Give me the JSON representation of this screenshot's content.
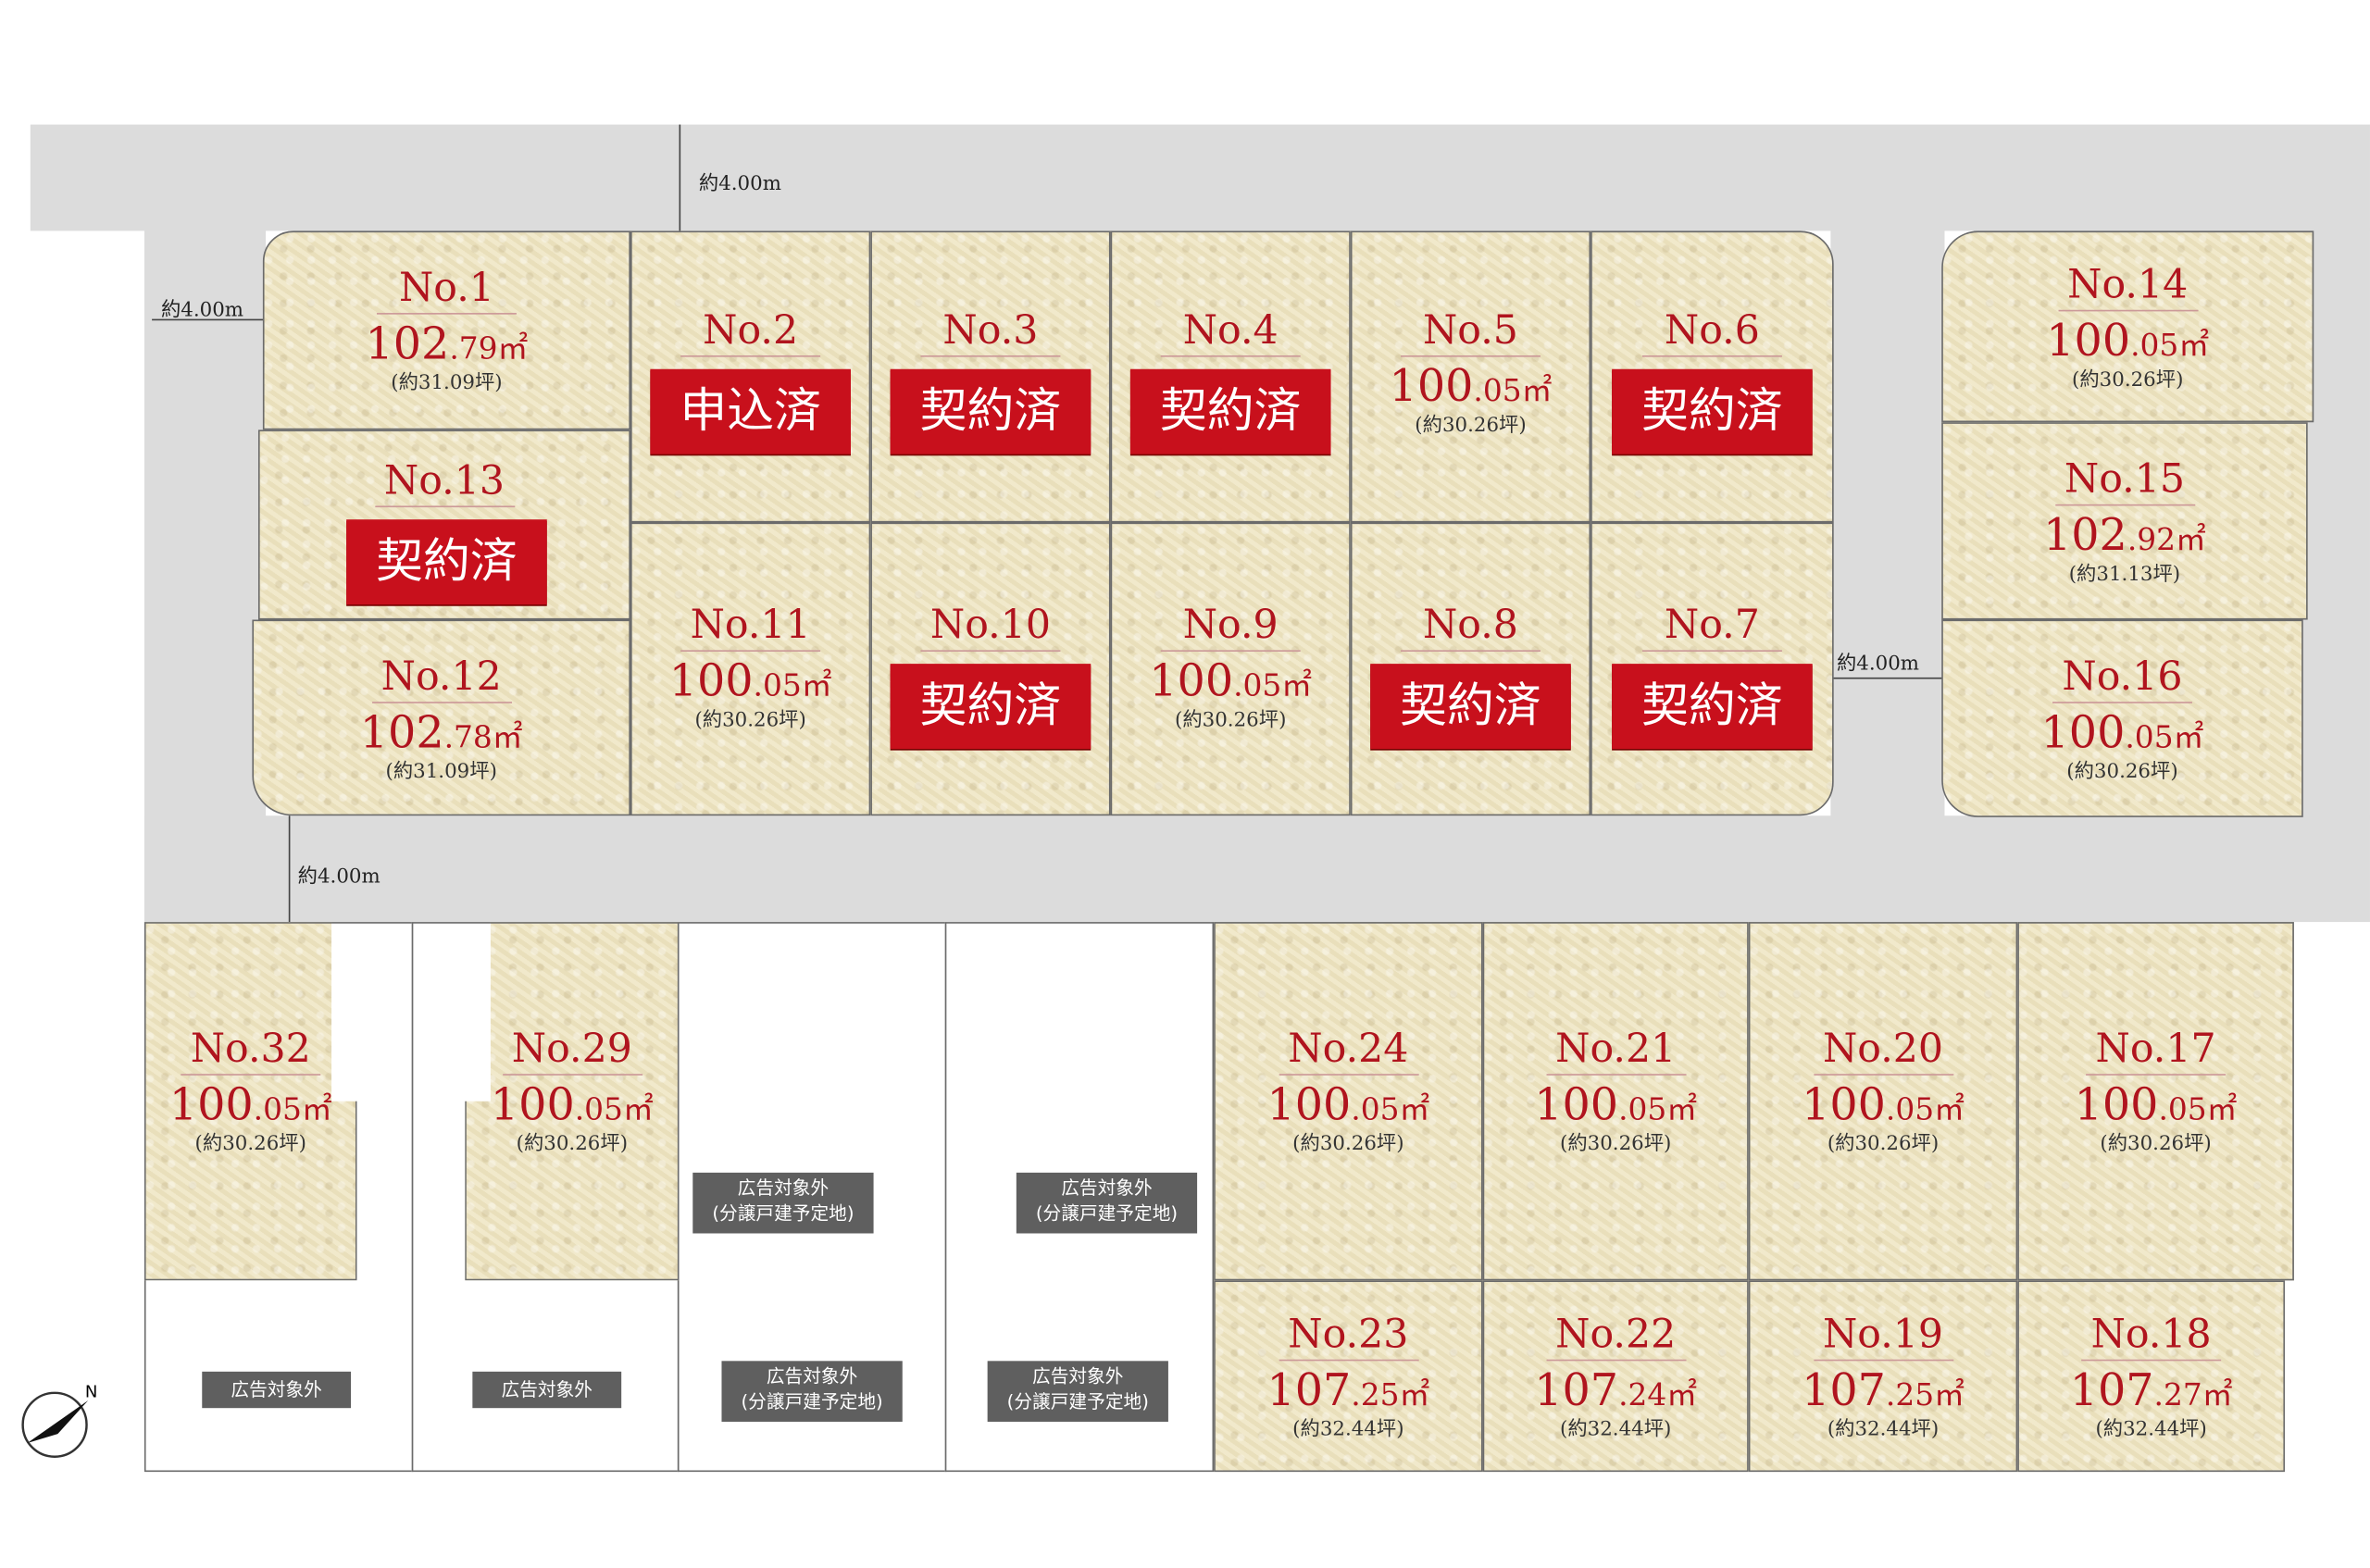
{
  "road_width_label": "約4.00m",
  "sold_label": "契約済",
  "applied_label": "申込済",
  "excluded_label": "広告対象外",
  "excluded_label_line2": "(分譲戸建予定地)",
  "lots": [
    {
      "no": "No.1",
      "area_int": "102",
      "area_dec": ".79",
      "unit": "㎡",
      "tsubo": "(約31.09坪)"
    },
    {
      "no": "No.2",
      "status": "申込済"
    },
    {
      "no": "No.3",
      "status": "契約済"
    },
    {
      "no": "No.4",
      "status": "契約済"
    },
    {
      "no": "No.5",
      "area_int": "100",
      "area_dec": ".05",
      "unit": "㎡",
      "tsubo": "(約30.26坪)"
    },
    {
      "no": "No.6",
      "status": "契約済"
    },
    {
      "no": "No.7",
      "status": "契約済"
    },
    {
      "no": "No.8",
      "status": "契約済"
    },
    {
      "no": "No.9",
      "area_int": "100",
      "area_dec": ".05",
      "unit": "㎡",
      "tsubo": "(約30.26坪)"
    },
    {
      "no": "No.10",
      "status": "契約済"
    },
    {
      "no": "No.11",
      "area_int": "100",
      "area_dec": ".05",
      "unit": "㎡",
      "tsubo": "(約30.26坪)"
    },
    {
      "no": "No.12",
      "area_int": "102",
      "area_dec": ".78",
      "unit": "㎡",
      "tsubo": "(約31.09坪)"
    },
    {
      "no": "No.13",
      "status": "契約済"
    },
    {
      "no": "No.14",
      "area_int": "100",
      "area_dec": ".05",
      "unit": "㎡",
      "tsubo": "(約30.26坪)"
    },
    {
      "no": "No.15",
      "area_int": "102",
      "area_dec": ".92",
      "unit": "㎡",
      "tsubo": "(約31.13坪)"
    },
    {
      "no": "No.16",
      "area_int": "100",
      "area_dec": ".05",
      "unit": "㎡",
      "tsubo": "(約30.26坪)"
    },
    {
      "no": "No.17",
      "area_int": "100",
      "area_dec": ".05",
      "unit": "㎡",
      "tsubo": "(約30.26坪)"
    },
    {
      "no": "No.18",
      "area_int": "107",
      "area_dec": ".27",
      "unit": "㎡",
      "tsubo": "(約32.44坪)"
    },
    {
      "no": "No.19",
      "area_int": "107",
      "area_dec": ".25",
      "unit": "㎡",
      "tsubo": "(約32.44坪)"
    },
    {
      "no": "No.20",
      "area_int": "100",
      "area_dec": ".05",
      "unit": "㎡",
      "tsubo": "(約30.26坪)"
    },
    {
      "no": "No.21",
      "area_int": "100",
      "area_dec": ".05",
      "unit": "㎡",
      "tsubo": "(約30.26坪)"
    },
    {
      "no": "No.22",
      "area_int": "107",
      "area_dec": ".24",
      "unit": "㎡",
      "tsubo": "(約32.44坪)"
    },
    {
      "no": "No.23",
      "area_int": "107",
      "area_dec": ".25",
      "unit": "㎡",
      "tsubo": "(約32.44坪)"
    },
    {
      "no": "No.24",
      "area_int": "100",
      "area_dec": ".05",
      "unit": "㎡",
      "tsubo": "(約30.26坪)"
    },
    {
      "no": "No.29",
      "area_int": "100",
      "area_dec": ".05",
      "unit": "㎡",
      "tsubo": "(約30.26坪)"
    },
    {
      "no": "No.32",
      "area_int": "100",
      "area_dec": ".05",
      "unit": "㎡",
      "tsubo": "(約30.26坪)"
    }
  ],
  "compass": {
    "icon": "north-arrow-icon",
    "label": "N"
  }
}
